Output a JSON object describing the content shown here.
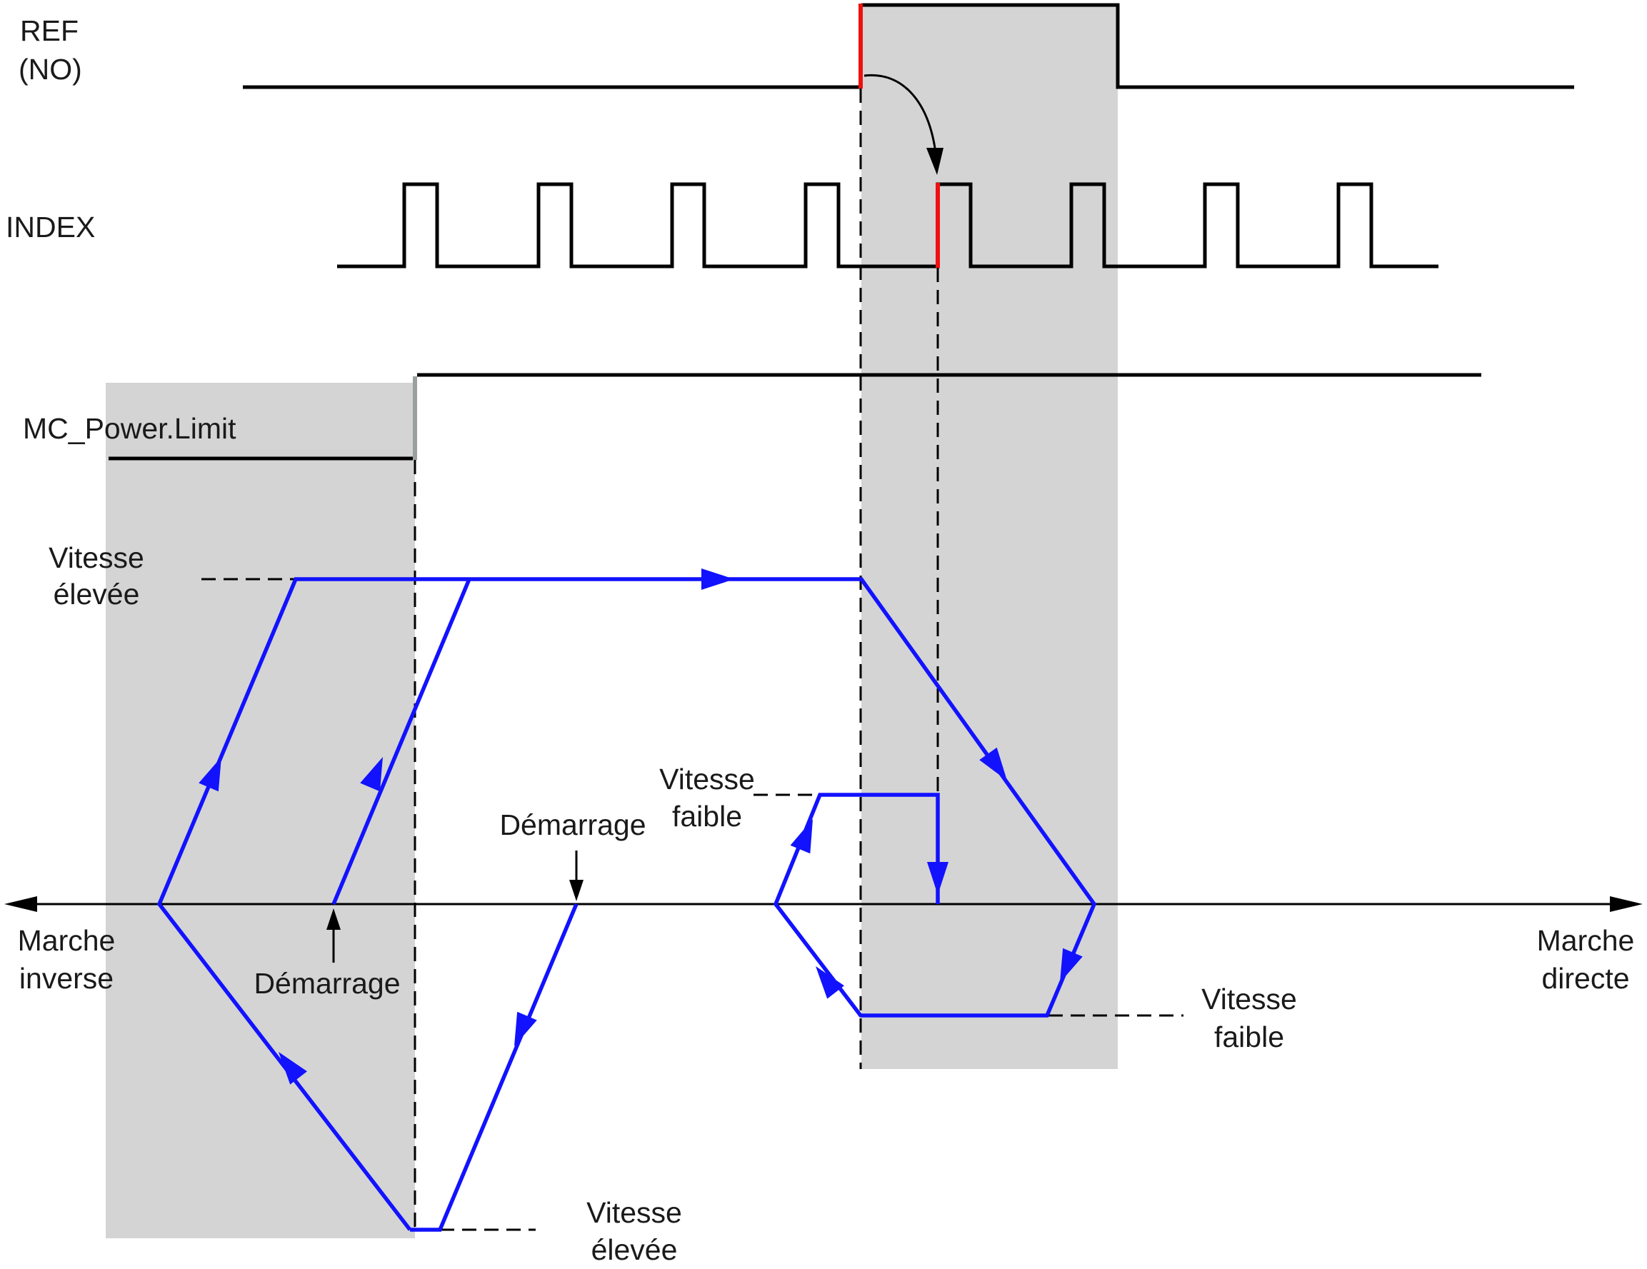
{
  "labels": {
    "ref_line1": "REF",
    "ref_line2": "(NO)",
    "index": "INDEX",
    "power_limit": "MC_Power.Limit",
    "high_speed_top_line1": "Vitesse",
    "high_speed_top_line2": "élevée",
    "low_speed_mid_line1": "Vitesse",
    "low_speed_mid_line2": "faible",
    "start_top": "Démarrage",
    "start_bottom": "Démarrage",
    "reverse_line1": "Marche",
    "reverse_line2": "inverse",
    "forward_line1": "Marche",
    "forward_line2": "directe",
    "low_speed_right_line1": "Vitesse",
    "low_speed_right_line2": "faible",
    "high_speed_bottom_line1": "Vitesse",
    "high_speed_bottom_line2": "élevée"
  },
  "colors": {
    "trajectory": "#1212ff",
    "edge_highlight": "#ee1111",
    "shaded_zone": "#d4d4d4",
    "signal": "#000000"
  }
}
